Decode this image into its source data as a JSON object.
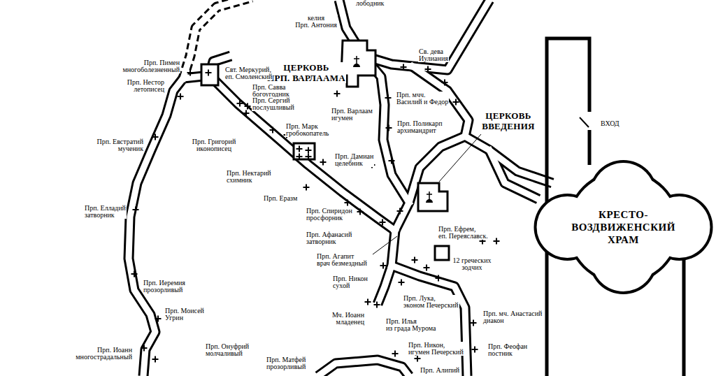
{
  "diagram": {
    "nodes": [
      {
        "text": [
          "КРЕСТО-ВОЗДВИЖЕНСКИЙ ХРАМ"
        ]
      }
    ],
    "labels": [
      "лободник",
      "келия Прп. Антония",
      "Св. дева Иулиания",
      "Прп. Пимен многоболезненный",
      "ЦЕРКОВЬ ПРП. ВАРЛААМА",
      "Свт. Меркурий, еп. Смоленский",
      "Прп. Нестор летописец",
      "Прп. Савва богоугодник",
      "Прп. мчч. Василий и Федор",
      "Прп. Сергий послушливый",
      "Прп. Варлаам игумен",
      "ЦЕРКОВЬ ВВЕДЕНИЯ",
      "ВХОД",
      "Прп. Поликарп архимандрит",
      "Прп. Марк гробокопатель",
      "Прп. Евстратий мученик",
      "Прп. Григорий иконописец",
      "Прп. Дамиан целебник",
      "Прп. Нектарий схимник",
      "Прп. Еразм",
      "Прп. Елладий затворник",
      "Прп. Спиридон просфорник",
      "Прп. Ефрем, еп. Переяславск.",
      "Прп. Афанасий затворник",
      "Прп. Агапит врач безмездный",
      "12 греческих зодчих",
      "Прп. Никон сухой",
      "Прп. Иеремия прозорливый",
      "Прп. Лука, эконом Печерский",
      "Прп. Моисей Угрин",
      "Прп. мч. Анастасий диакон",
      "Мч. Иоанн младенец",
      "Прп. Илья из града Мурома",
      "Прп. Никон, игумен Печерский",
      "Прп. Онуфрий молчаливый",
      "Прп. Феофан постник",
      "Прп. Иоанн многострадальный",
      "Прп. Матфей прозорливый",
      "Прп. Алипий"
    ]
  }
}
